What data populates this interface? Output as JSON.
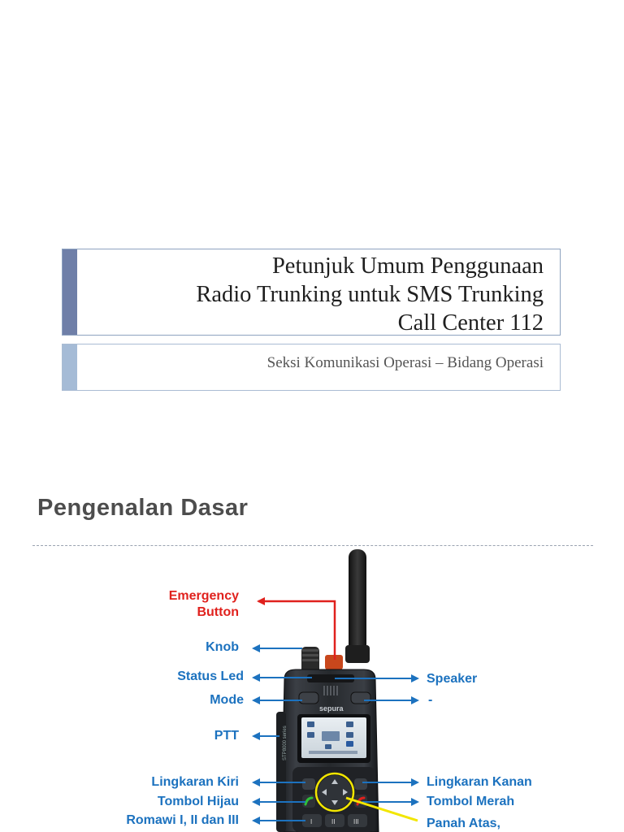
{
  "slide1": {
    "title_lines": [
      "Petunjuk Umum Penggunaan",
      "Radio Trunking untuk SMS Trunking",
      "Call Center 112"
    ],
    "subtitle": "Seksi Komunikasi Operasi – Bidang Operasi"
  },
  "slide2": {
    "heading": "Pengenalan Dasar",
    "device": {
      "brand": "sepura",
      "model": "STP8000 series"
    },
    "labels_left": {
      "emergency_1": "Emergency",
      "emergency_2": "Button",
      "knob": "Knob",
      "status_led": "Status Led",
      "mode": "Mode",
      "ptt": "PTT",
      "lingkaran_kiri": "Lingkaran Kiri",
      "tombol_hijau": "Tombol Hijau",
      "romawi": "Romawi I, II dan III"
    },
    "labels_right": {
      "speaker": "Speaker",
      "dash": "-",
      "lingkaran_kanan": "Lingkaran Kanan",
      "tombol_merah": "Tombol Merah",
      "panah_atas": "Panah Atas,"
    },
    "colors": {
      "label_blue": "#1c72bf",
      "label_red": "#e0211d",
      "highlight_yellow": "#f2e600",
      "heading_gray": "#4d4d4d"
    }
  }
}
